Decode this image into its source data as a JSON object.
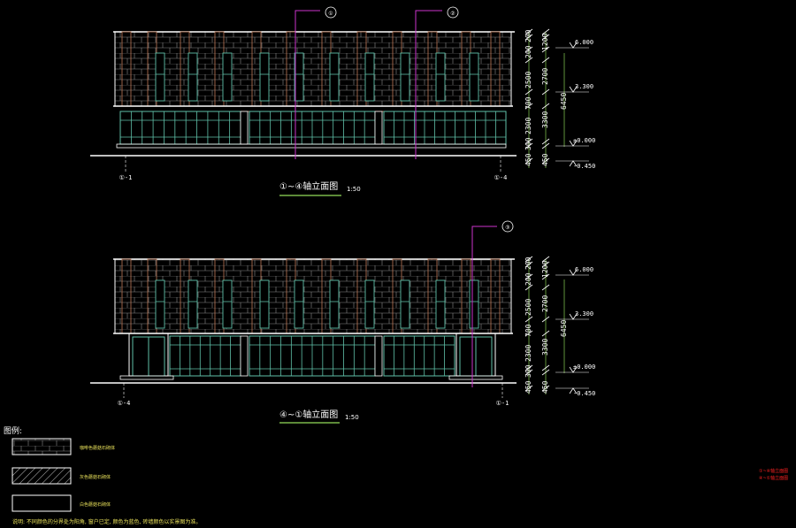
{
  "top": {
    "title": "①~④轴立面图",
    "scale": "1:50",
    "grid_left": "①-1",
    "grid_right": "①-4",
    "callout_a": "①",
    "callout_b": "②"
  },
  "bottom": {
    "title": "④~①轴立面图",
    "scale": "1:50",
    "grid_left": "①-4",
    "grid_right": "①-1",
    "callout": "③"
  },
  "dims": {
    "seg1": "200",
    "seg2": "1200",
    "seg3": "2500",
    "seg4": "2700",
    "seg5": "700",
    "seg6": "2300",
    "seg7": "3300",
    "seg8": "300",
    "seg9": "450",
    "seg10": "450",
    "total": "6450"
  },
  "elev": {
    "top": "6.000",
    "mid": "3.300",
    "zero": "±0.000",
    "bottom": "-0.450"
  },
  "legend": {
    "heading": "图例:",
    "item1": "咖啡色蘑菇石砌体",
    "item2": "灰色蘑菇石砌体",
    "item3": "白色蘑菇石砌体"
  },
  "note": "说明: 不同颜色的分界处为阳角, 窗户已定, 颜色为蓝色, 砖墙颜色以实景图为准。",
  "side_notes": {
    "line1": "①~④轴立面图",
    "line2": "④~①轴立面图"
  },
  "colors": {
    "line": "#ffffff",
    "glazing": "#5fc0a8",
    "brick": "#9a9a9a",
    "pier": "#c07a58",
    "callout": "#cc33cc",
    "dimension": "#7ab84a",
    "note_red": "#ff2222",
    "note_yellow": "#e8e05a"
  }
}
